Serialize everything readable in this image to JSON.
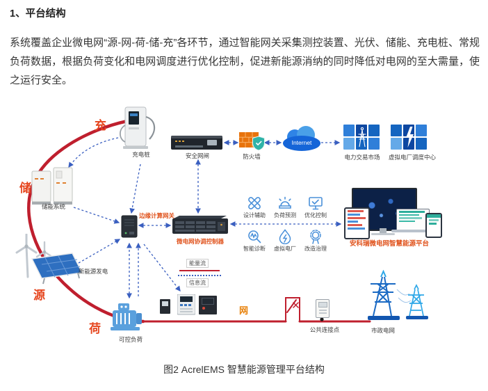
{
  "document": {
    "heading": "1、平台结构",
    "body_text": "系统覆盖企业微电网“源-网-荷-储-充”各环节，通过智能网关采集测控装置、光伏、储能、充电桩、常规负荷数据，根据负荷变化和电网调度进行优化控制，促进新能源消纳的同时降低对电网的至大需量，使之运行安全。",
    "figure_caption": "图2  AcrelEMS 智慧能源管理平台结构"
  },
  "diagram": {
    "ring": {
      "charge": "充",
      "store": "储",
      "source": "源",
      "load": "荷",
      "grid": "网"
    },
    "labels": {
      "charging_pile": "充电桩",
      "storage_system": "储能系统",
      "renewable_generation": "新能源发电",
      "controllable_load": "可控负荷",
      "edge_gateway": "边缘计算网关",
      "microgrid_controller": "微电网协调控制器",
      "security_gateway": "安全网闸",
      "firewall": "防火墙",
      "internet": "Internet",
      "power_trading_market": "电力交易市场",
      "vpp_dispatch_center": "虚拟电厂调度中心",
      "platform": "安科瑞微电网智慧能源平台",
      "pcc": "公共连接点",
      "municipal_grid": "市政电网"
    },
    "legend": {
      "energy_flow": "能量流",
      "info_flow": "信息流"
    },
    "functions": [
      {
        "label": "设计辅助"
      },
      {
        "label": "负荷预测"
      },
      {
        "label": "优化控制"
      },
      {
        "label": "智能诊断"
      },
      {
        "label": "虚拟电厂"
      },
      {
        "label": "改造治理"
      }
    ],
    "colors": {
      "energy_flow": "#bf1f2e",
      "info_flow": "#3a5fc0",
      "ring_label": "#e6461f",
      "highlight_label": "#e0541e",
      "grid_label": "#e8820c",
      "function_icon": "#4a90d9",
      "tile_blue": "#1565c0"
    }
  }
}
